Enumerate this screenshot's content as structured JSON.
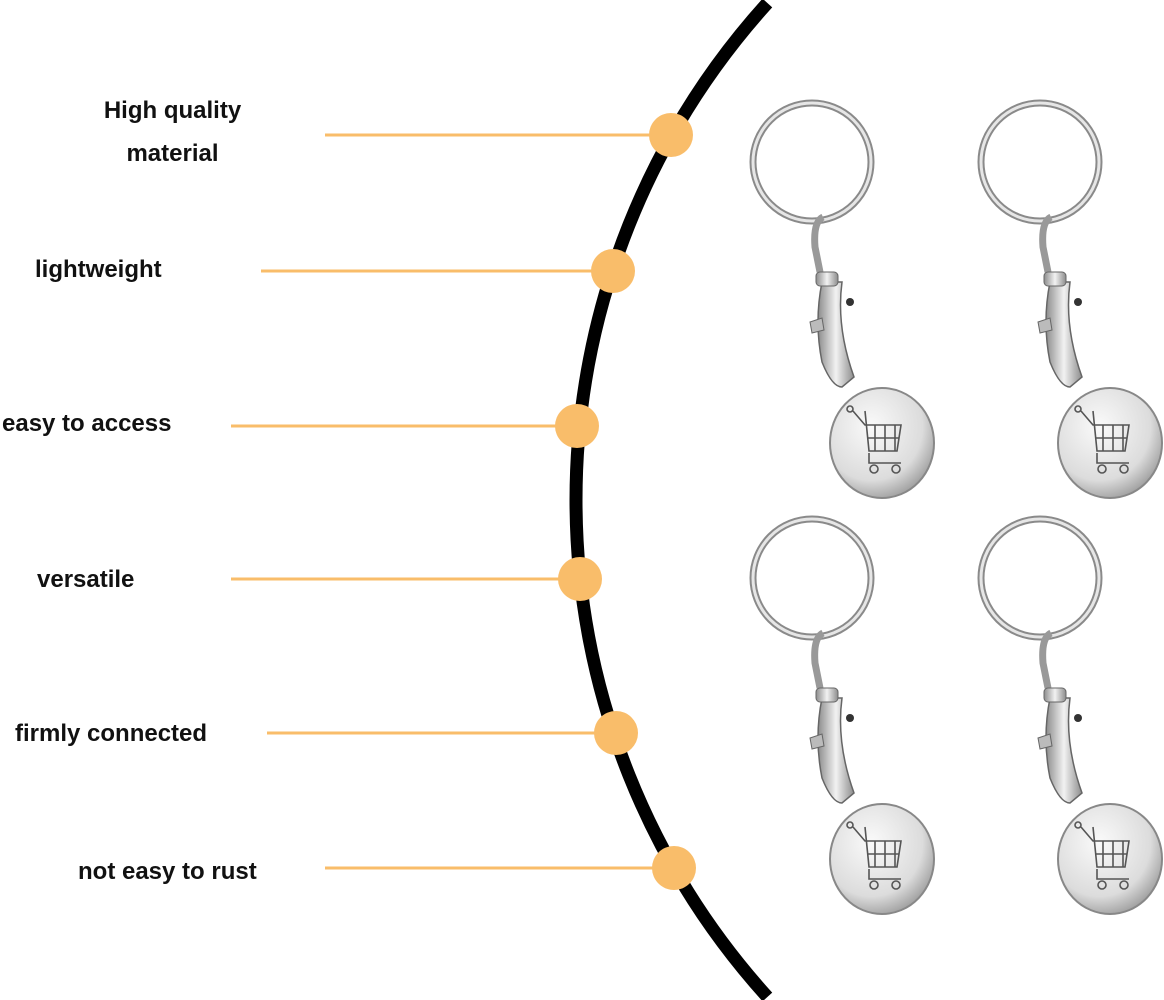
{
  "features": [
    {
      "label": "High quality",
      "label2": "material"
    },
    {
      "label": "lightweight"
    },
    {
      "label": "easy to access"
    },
    {
      "label": "versatile"
    },
    {
      "label": "firmly connected"
    },
    {
      "label": "not easy to rust"
    }
  ],
  "colors": {
    "accent": "#f9bd6a",
    "arc": "#000000",
    "metal": "#c8c8c8"
  },
  "product": {
    "count": 4,
    "icon": "shopping-cart-icon"
  }
}
